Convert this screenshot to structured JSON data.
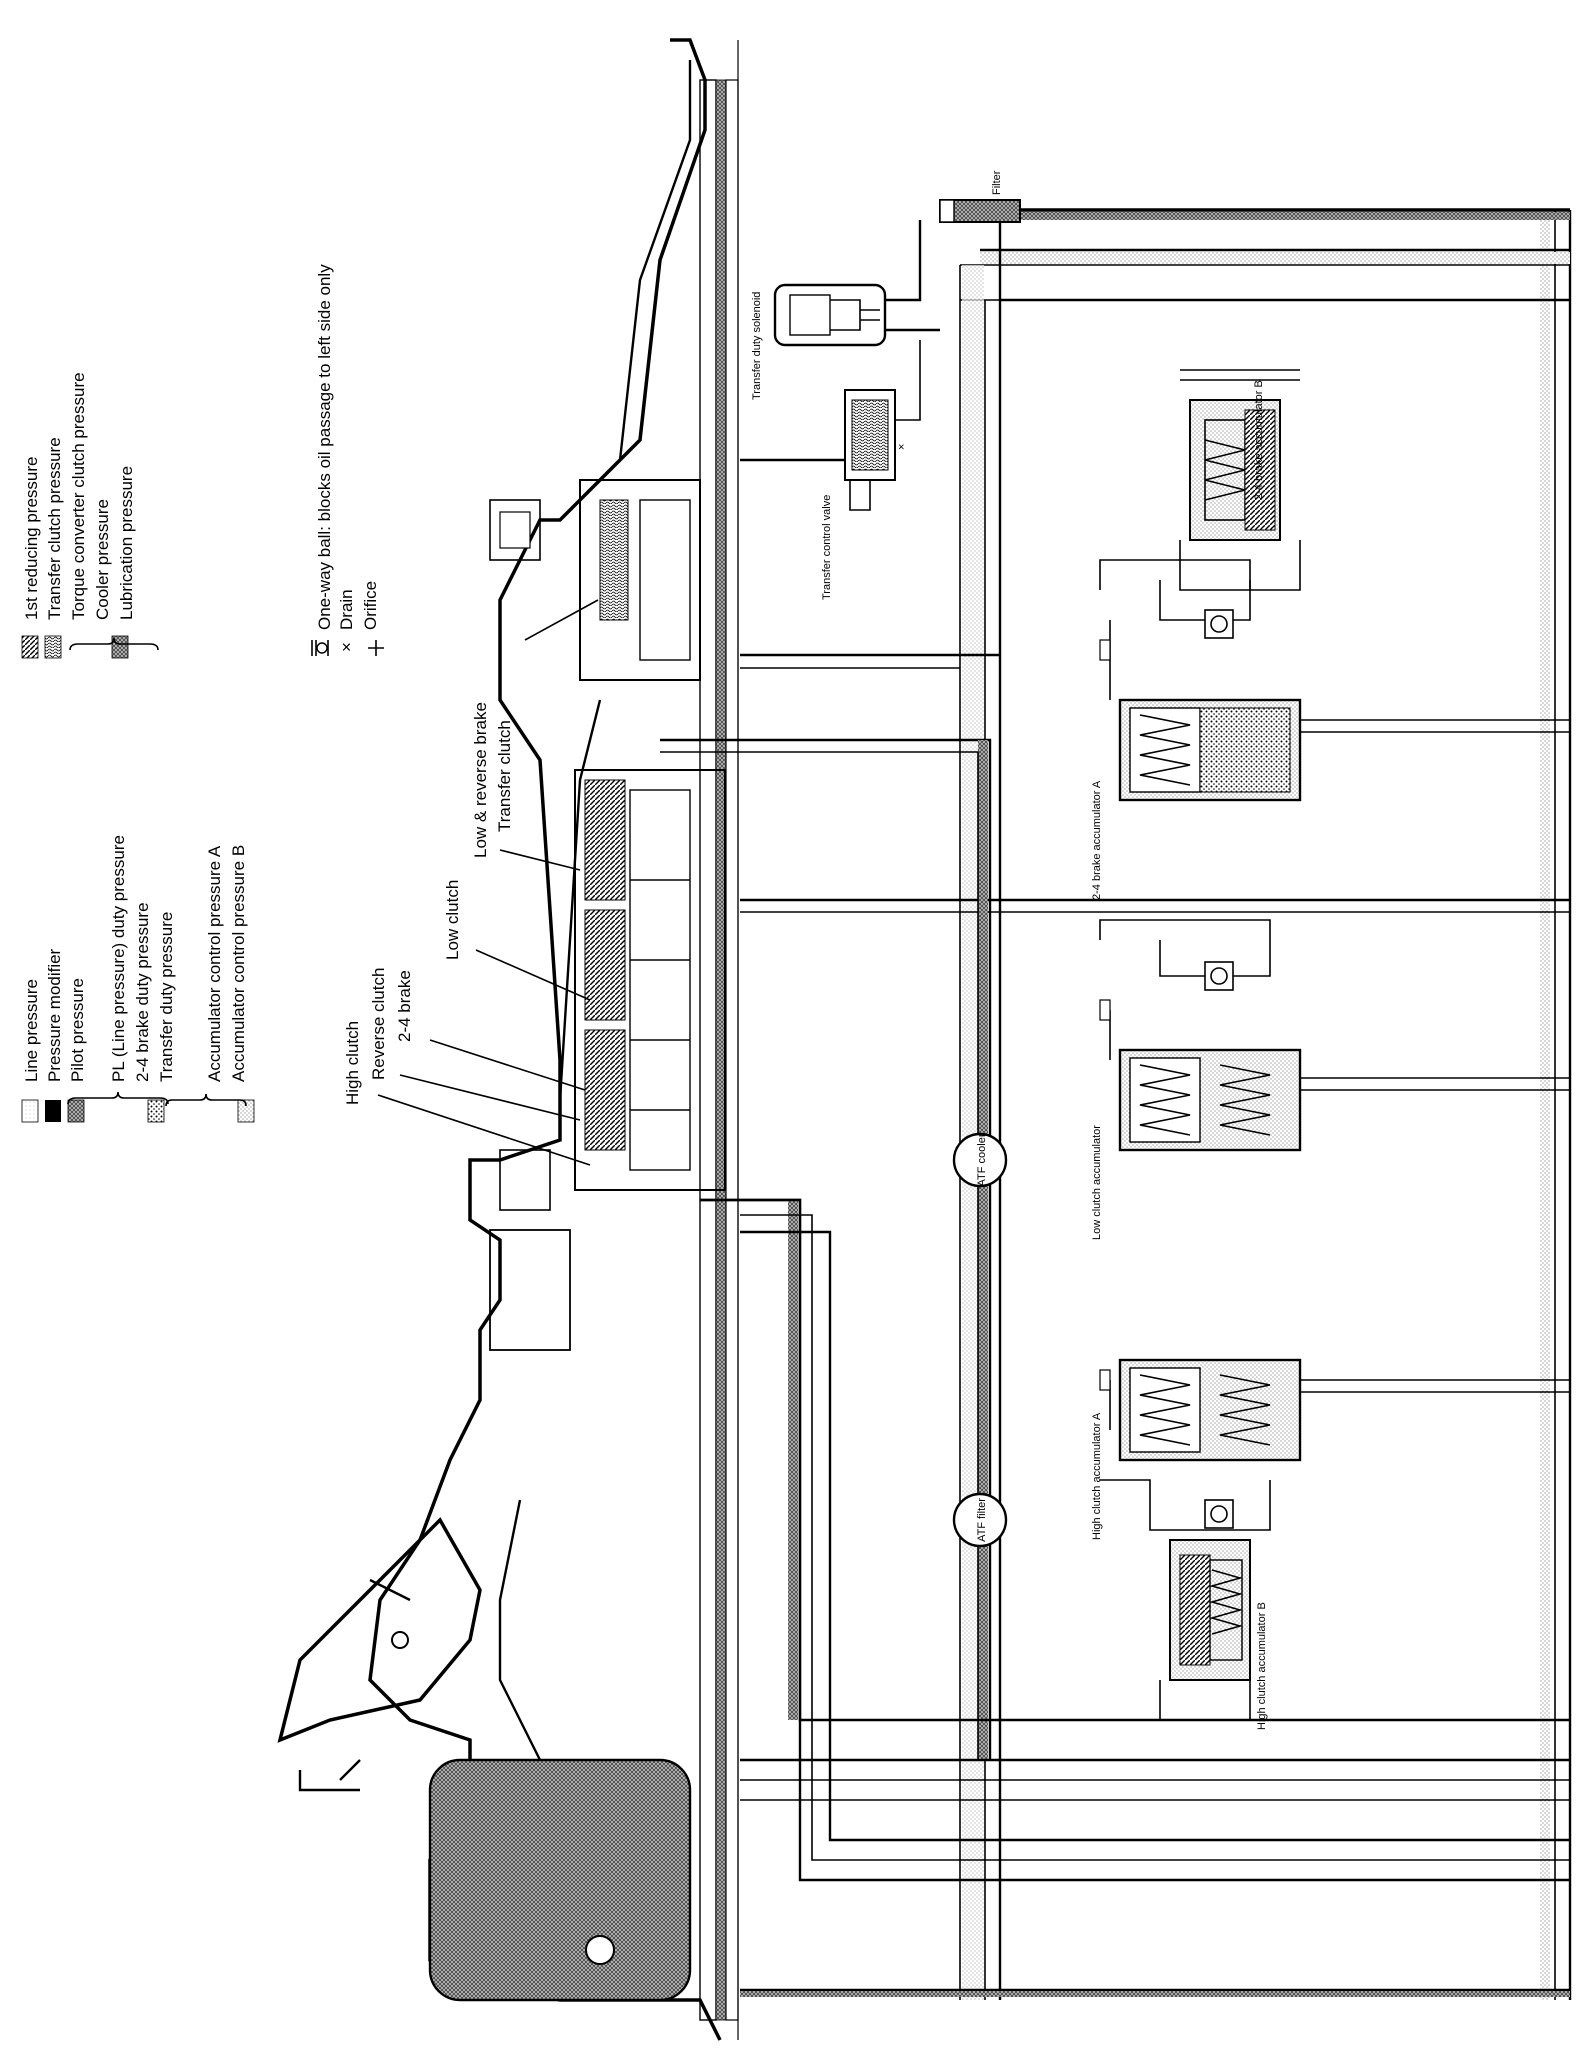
{
  "legend": {
    "col1": [
      {
        "label": "Line pressure",
        "swatch": "line"
      },
      {
        "label": "Pressure modifier",
        "swatch": "modifier"
      },
      {
        "label": "Pilot pressure",
        "swatch": "pilot"
      },
      {
        "label": "PL (Line pressure) duty pressure",
        "swatch": "dots"
      },
      {
        "label": "2-4 brake duty pressure",
        "swatch": "dots"
      },
      {
        "label": "Transfer duty pressure",
        "swatch": "dots"
      },
      {
        "label": "Accumulator control pressure A",
        "swatch": "light"
      },
      {
        "label": "Accumulator control pressure B",
        "swatch": "light"
      }
    ],
    "col2": [
      {
        "label": "1st reducing pressure",
        "swatch": "diag"
      },
      {
        "label": "Transfer clutch pressure",
        "swatch": "wavy"
      },
      {
        "label": "Torque converter clutch pressure",
        "swatch": "cross"
      },
      {
        "label": "Cooler pressure",
        "swatch": "cross"
      },
      {
        "label": "Lubrication pressure",
        "swatch": "cross"
      }
    ],
    "symbols": [
      {
        "label": "One-way ball: blocks oil passage to left side only",
        "symbol": "ball"
      },
      {
        "label": "Drain",
        "symbol": "x"
      },
      {
        "label": "Orifice",
        "symbol": "orifice"
      }
    ]
  },
  "callouts": {
    "high_clutch": "High clutch",
    "reverse_clutch": "Reverse clutch",
    "brake_24": "2-4 brake",
    "low_clutch": "Low clutch",
    "low_reverse_brake": "Low & reverse brake",
    "transfer_clutch": "Transfer clutch"
  },
  "components": {
    "filter": "Filter",
    "transfer_duty_solenoid": "Transfer duty solenoid",
    "transfer_control_valve": "Transfer control valve",
    "brake_24_acc_b": "2-4 brake accumulator B",
    "brake_24_acc_a": "2-4 brake accumulator A",
    "low_clutch_acc": "Low clutch accumulator",
    "high_clutch_acc_a": "High clutch accumulator A",
    "high_clutch_acc_b": "High clutch accumulator B",
    "atf_cooler": "ATF cooler",
    "atf_filter": "ATF filter"
  }
}
